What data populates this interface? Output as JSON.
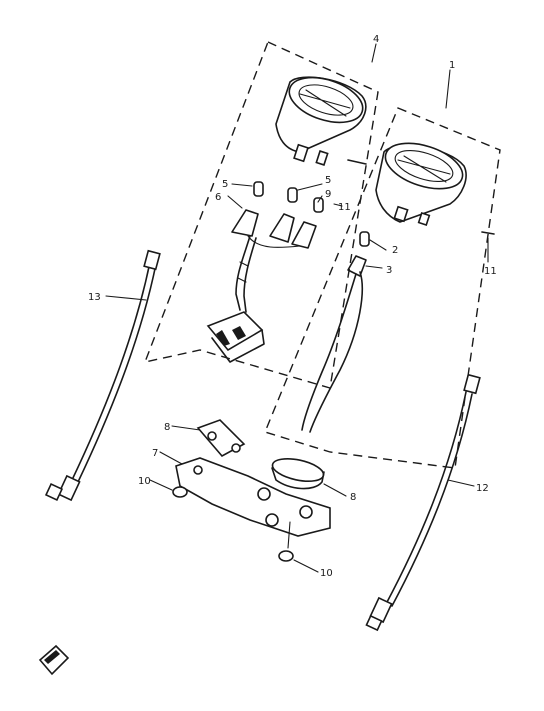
{
  "callouts": {
    "c1": "1",
    "c2": "2",
    "c3": "3",
    "c4": "4",
    "c5a": "5",
    "c5b": "5",
    "c6": "6",
    "c7": "7",
    "c8": "8",
    "c9": "9",
    "c10a": "10",
    "c10b": "10",
    "c11a": "11",
    "c11b": "11",
    "c12": "12",
    "c13": "13"
  },
  "colors": {
    "ink": "#1a1a1a",
    "paper": "#ffffff"
  },
  "icons": {
    "orientation": "front-arrow-icon"
  }
}
